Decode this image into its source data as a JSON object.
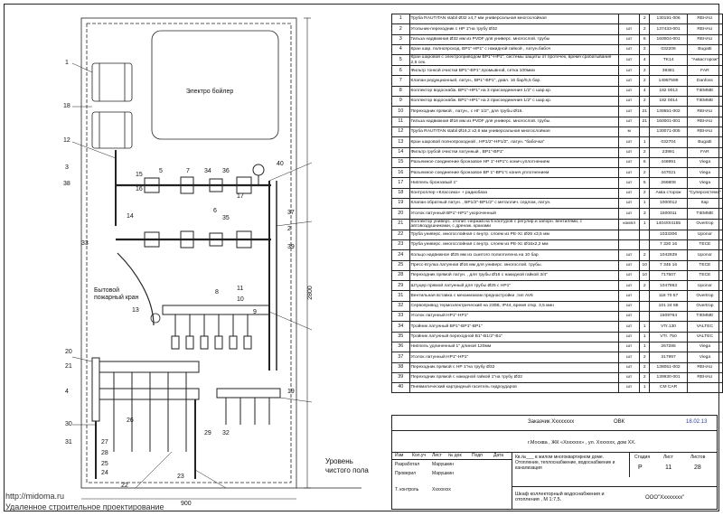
{
  "drawing": {
    "callouts": [
      "1",
      "2",
      "3",
      "4",
      "5",
      "6",
      "7",
      "8",
      "9",
      "10",
      "11",
      "12",
      "13",
      "14",
      "15",
      "16",
      "17",
      "18",
      "19",
      "20",
      "21",
      "22",
      "23",
      "24",
      "25",
      "26",
      "27",
      "28",
      "29",
      "30",
      "31",
      "32",
      "33",
      "34",
      "35",
      "36",
      "37",
      "38",
      "39",
      "40"
    ],
    "boiler_label": "Электро бойлер",
    "hydrant_label": "Бытовой пожарный кран",
    "floor_label": "Уровень чистого пола",
    "dim_height": "2800",
    "dim_width": "900"
  },
  "spec_rows": [
    {
      "n": "1",
      "desc": "Труба RAUTITAN stabil Ø32 х4,7 мм универсальная многослойная",
      "unit": "",
      "qty": "2",
      "art": "130191-006",
      "mfr": "REHAU"
    },
    {
      "n": "2",
      "desc": "Угольник-переходник с НР 1\"на трубу Ø32",
      "unit": "шт",
      "qty": "2",
      "art": "137433-001",
      "mfr": "REHAU"
    },
    {
      "n": "3",
      "desc": "Гильза надвижная Ø32 мм из PVDF для универс. многослой. трубы",
      "unit": "шт",
      "qty": "6",
      "art": "160004-001",
      "mfr": "REHAU"
    },
    {
      "n": "4",
      "desc": "Кран шар. полнопроход. ВР1\"-НР1\" с накидной гайкой , латун.бабоч",
      "unit": "шт",
      "qty": "2",
      "art": "032206",
      "mfr": "Bugatti"
    },
    {
      "n": "5",
      "desc": "Кран шаровой с электроприводом ВР1\"-НР1\", системы защиты от протечек, время срабатывания 2,5 сек.",
      "unit": "шт",
      "qty": "4",
      "art": "TK14",
      "mfr": "\"Аквасторож\""
    },
    {
      "n": "6",
      "desc": "Фильтр тонкой очистки ВР1\"-ВР1\",промывной, сетка 100мкм",
      "unit": "шт",
      "qty": "2",
      "art": "39381",
      "mfr": "FAR"
    },
    {
      "n": "7",
      "desc": "Клапан редукционный, латун., ВР1\"-ВР1\", давл. 16 бар/5,5 бар.",
      "unit": "шт",
      "qty": "2",
      "art": "14987599",
      "mfr": "Danfoss"
    },
    {
      "n": "8",
      "desc": "Коллектор водоснабж. ВР1\"-НР1\" на 3 присоединения 1/2\" с шар.кр.",
      "unit": "шт",
      "qty": "4",
      "art": "182 0013",
      "mfr": "TIEMME"
    },
    {
      "n": "9",
      "desc": "Коллектор водоснабж. ВР1\"-НР1\" на 2 присоединения 1/2\" с шар.кр.",
      "unit": "шт",
      "qty": "2",
      "art": "182 0014",
      "mfr": "TIEMME"
    },
    {
      "n": "10",
      "desc": "Переходник прямой , латун., с НГ 1/2\", для трубы Ø16.",
      "unit": "шт",
      "qty": "21",
      "art": "139551-002",
      "mfr": "REHAU"
    },
    {
      "n": "11",
      "desc": "Гильза надвижная Ø16 мм из PVDF для универс. многослой. трубы.",
      "unit": "шт",
      "qty": "21",
      "art": "160001-001",
      "mfr": "REHAU"
    },
    {
      "n": "12",
      "desc": "Труба RAUTITAN stabil Ø16,2 х2,6 мм универсальная многослойная",
      "unit": "м",
      "qty": "",
      "art": "130071-005",
      "mfr": "REHAU"
    },
    {
      "n": "13",
      "desc": "Кран шаровой полнопроходной , НР1/2\"-НР1/2\", латун. \"бабочка\"",
      "unit": "шт",
      "qty": "1",
      "art": "032704",
      "mfr": "Bugatti"
    },
    {
      "n": "14",
      "desc": "Фильтр грубой очистки латунный , ВР1\"-ВР1\"",
      "unit": "шт",
      "qty": "2",
      "art": "23991",
      "mfr": "FAR"
    },
    {
      "n": "15",
      "desc": "Разъемное соединение бронзовое НР 1\"-НР1\"с конич.уплотнением",
      "unit": "шт",
      "qty": "6",
      "art": "446991",
      "mfr": "Viega"
    },
    {
      "n": "16",
      "desc": "Разъемное соединение бронзовое ВР 1\"-ВР1\"с конич.уплотнением",
      "unit": "шт",
      "qty": "2",
      "art": "447021",
      "mfr": "Viega"
    },
    {
      "n": "17",
      "desc": "Ниппель бронзовый 1\"",
      "unit": "шт",
      "qty": "5",
      "art": "266808",
      "mfr": "Viega"
    },
    {
      "n": "18",
      "desc": "Контроллер «Классика» + радиобаза",
      "unit": "шт",
      "qty": "2",
      "art": "Аква сторож",
      "mfr": "\"Суперсистема\""
    },
    {
      "n": "19",
      "desc": "Клапан обратный латун. , ВР1/2\"-ВР1/2\" с металлич. седлом, латун.",
      "unit": "шт",
      "qty": "1",
      "art": "1000012",
      "mfr": "Itap"
    },
    {
      "n": "20",
      "desc": "Уголок латунный ВР1\"-НР1\" укороченный",
      "unit": "шт",
      "qty": "3",
      "art": "1500011",
      "mfr": "TIEMME"
    },
    {
      "n": "21",
      "desc": "Коллектор универс. отопит.-нержав.на 5 контуров с регулир.и запорн. вентилями, с автовоздушниками, с дренаж. кранами",
      "unit": "компл",
      "qty": "1",
      "art": "1404/0/4155",
      "mfr": "Overtrop"
    },
    {
      "n": "22",
      "desc": "Труба универс. многослойная с внутр. слоем из PE-Xc Ø26 x3,5 мм",
      "unit": "",
      "qty": "",
      "art": "1033306",
      "mfr": "Uponor"
    },
    {
      "n": "23",
      "desc": "Труба универс. многослойная с внутр. слоем из PE-Xc Ø16x2,2 мм",
      "unit": "",
      "qty": "",
      "art": "7 320 16",
      "mfr": "TECE"
    },
    {
      "n": "24",
      "desc": "Кольцо надвижное Ø25 мм из сшитого полиэтилена на 10 бар",
      "unit": "шт",
      "qty": "2",
      "art": "1042839",
      "mfr": "Uponor"
    },
    {
      "n": "25",
      "desc": "Пресс-втулка латунная Ø16 мм для универс. многослой. трубы.",
      "unit": "шт",
      "qty": "10",
      "art": "7 345 16",
      "mfr": "TECE"
    },
    {
      "n": "28",
      "desc": "Переходник прямой латун. , для трубы Ø16 с накидной гайкой 3/4\"",
      "unit": "шт",
      "qty": "10",
      "art": "717507",
      "mfr": "TECE"
    },
    {
      "n": "29",
      "desc": "Штуцер прямой латунный для трубы Ø25 с НР1\"",
      "unit": "шт",
      "qty": "2",
      "art": "1047863",
      "mfr": "Uponor"
    },
    {
      "n": "31",
      "desc": "Вентильная вставка с механизмом преднастройки ,тип AV6",
      "unit": "шт",
      "qty": "",
      "art": "118 70 57",
      "mfr": "Overtrop"
    },
    {
      "n": "32",
      "desc": "Сервопривод термоэлектрический на 230В, IP44, время откр. 3,5 мин",
      "unit": "шт",
      "qty": "",
      "art": "101 24 88",
      "mfr": "Overtrop"
    },
    {
      "n": "33",
      "desc": "Уголок латунный НР1\"-НР1\"",
      "unit": "шт",
      "qty": "",
      "art": "1509764",
      "mfr": "TIEMME"
    },
    {
      "n": "34",
      "desc": "Тройник латунный ВР1\"-ВР1\"-ВР1\"",
      "unit": "шт",
      "qty": "1",
      "art": "VTr.130",
      "mfr": "VALTEC"
    },
    {
      "n": "35",
      "desc": "Тройник латунный переходной В1\"-В1/2\"-В1\"",
      "unit": "шт",
      "qty": "1",
      "art": "VTr. 750",
      "mfr": "VALTEC"
    },
    {
      "n": "36",
      "desc": "Ниппель удлиненный 1\" длиной 120мм",
      "unit": "шт",
      "qty": "1",
      "art": "267286",
      "mfr": "Viega"
    },
    {
      "n": "37",
      "desc": "Уголок латунный НР1\"-НР1\"",
      "unit": "шт",
      "qty": "2",
      "art": "317997",
      "mfr": "Viega"
    },
    {
      "n": "38",
      "desc": "Переходник прямой с НР 1\"на трубу Ø32",
      "unit": "шт",
      "qty": "2",
      "art": "138051-002",
      "mfr": "REHAU"
    },
    {
      "n": "39",
      "desc": "Переходник прямой с накидной гайкой 1\"на трубу Ø32",
      "unit": "шт",
      "qty": "2",
      "art": "139930-001",
      "mfr": "REHAU"
    },
    {
      "n": "40",
      "desc": "Пневматический картридный гаситель гидроударов",
      "unit": "шт",
      "qty": "1",
      "art": "CM CAR",
      "mfr": ""
    }
  ],
  "title_block": {
    "customer": "Заказчик Хххххххх",
    "code": "ОВК",
    "date": "18.02.13",
    "address": "г.Москва , ЖК «Ххххххх» , ул. Ххххххх, дом ХХ.",
    "headers": [
      "Изм",
      "Кол.уч",
      "Лист",
      "№ док",
      "Подп",
      "Дата"
    ],
    "role_developer": "Разработал",
    "role_checker": "Проверил",
    "role_control": "Т. контроль",
    "name_developer": "Марушкин",
    "name_checker": "Марушкин",
    "name_control": "Хххххххх",
    "project_desc": "Кв.№___ в жилом многоквартирном доме. Отопление, теплоснабжение, водоснабжение и канализация",
    "stage_label": "Стадия",
    "sheet_label": "Лист",
    "sheets_label": "Листов",
    "stage": "Р",
    "sheet": "11",
    "sheets": "28",
    "sheet_title": "Шкаф коллекторный водоснабжения и отопления , М 1:7,5.",
    "company": "ООО\"Хххххххх\""
  },
  "watermark_url": "http://midoma.ru",
  "watermark_text": "Удаленное строительное проектирование"
}
